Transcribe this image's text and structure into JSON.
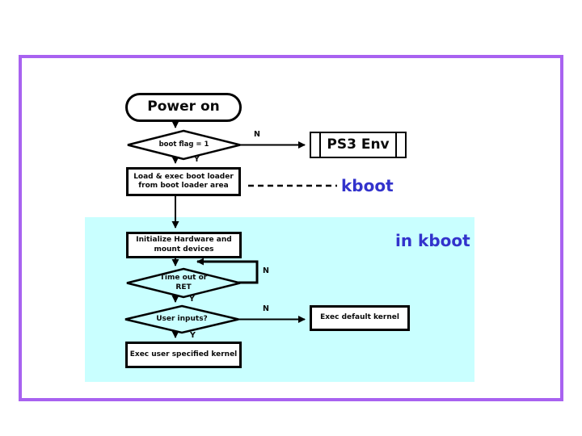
{
  "labels": {
    "kboot": "kboot",
    "in_kboot": "in kboot"
  },
  "nodes": {
    "power_on": "Power on",
    "boot_flag": "boot flag = 1",
    "ps3_env": "PS3 Env",
    "load_loader": "Load & exec boot loader\nfrom boot loader area",
    "init_hw": "Initialize Hardware and\nmount devices",
    "timeout": "Time out or\nRET",
    "user_inputs": "User inputs?",
    "exec_default": "Exec default kernel",
    "exec_user": "Exec user specified kernel"
  },
  "branches": {
    "boot_flag_no": "N",
    "boot_flag_yes": "Y",
    "timeout_no": "N",
    "timeout_yes": "Y",
    "user_inputs_no": "N",
    "user_inputs_yes": "Y"
  },
  "colors": {
    "frame_border": "#a862f0",
    "kboot_region_bg": "#c9ffff",
    "accent_text": "#3333cc",
    "line": "#000000",
    "node_fill": "#ffffff"
  }
}
